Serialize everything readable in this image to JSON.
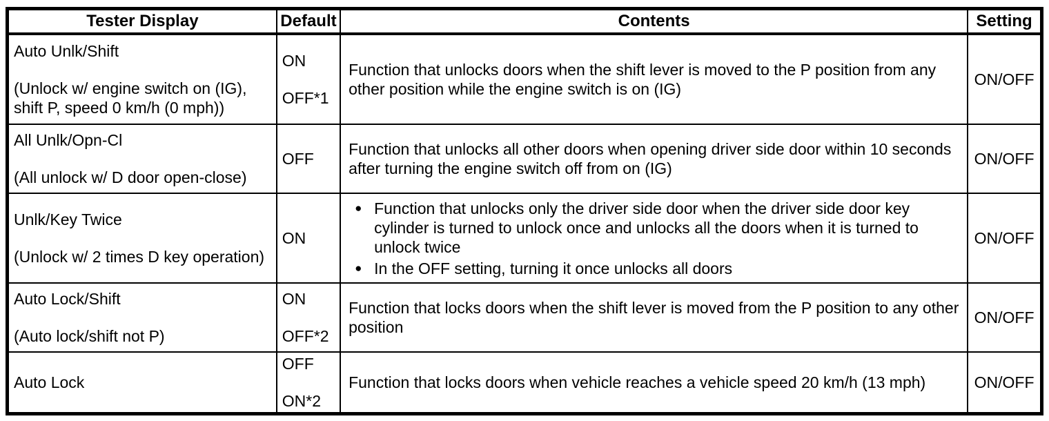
{
  "colors": {
    "text": "#000000",
    "border": "#000000",
    "background": "#ffffff"
  },
  "table": {
    "headers": {
      "tester": "Tester Display",
      "default": "Default",
      "contents": "Contents",
      "setting": "Setting"
    },
    "rows": [
      {
        "tester_name": "Auto Unlk/Shift",
        "tester_note": "(Unlock w/ engine switch on (IG), shift P, speed 0 km/h (0 mph))",
        "default_1": "ON",
        "default_2": "OFF*1",
        "contents": "Function that unlocks doors when the shift lever is moved to the P position from any other position while the engine switch is on (IG)",
        "setting": "ON/OFF"
      },
      {
        "tester_name": "All Unlk/Opn-Cl",
        "tester_note": "(All unlock w/ D door open-close)",
        "default_1": "OFF",
        "contents": "Function that unlocks all other doors when opening driver side door within 10 seconds after turning the engine switch off from on (IG)",
        "setting": "ON/OFF"
      },
      {
        "tester_name": "Unlk/Key Twice",
        "tester_note": "(Unlock w/ 2 times D key operation)",
        "default_1": "ON",
        "contents_bullets": [
          "Function that unlocks only the driver side door when the driver side door key cylinder is turned to unlock once and unlocks all the doors when it is turned to unlock twice",
          "In the OFF setting, turning it once unlocks all doors"
        ],
        "setting": "ON/OFF"
      },
      {
        "tester_name": "Auto Lock/Shift",
        "tester_note": "(Auto lock/shift not P)",
        "default_1": "ON",
        "default_2": "OFF*2",
        "contents": "Function that locks doors when the shift lever is moved from the P position to any other position",
        "setting": "ON/OFF"
      },
      {
        "tester_name": "Auto Lock",
        "default_1": "OFF",
        "default_2": "ON*2",
        "contents": "Function that locks doors when vehicle reaches a vehicle speed 20 km/h (13 mph)",
        "setting": "ON/OFF"
      }
    ]
  }
}
